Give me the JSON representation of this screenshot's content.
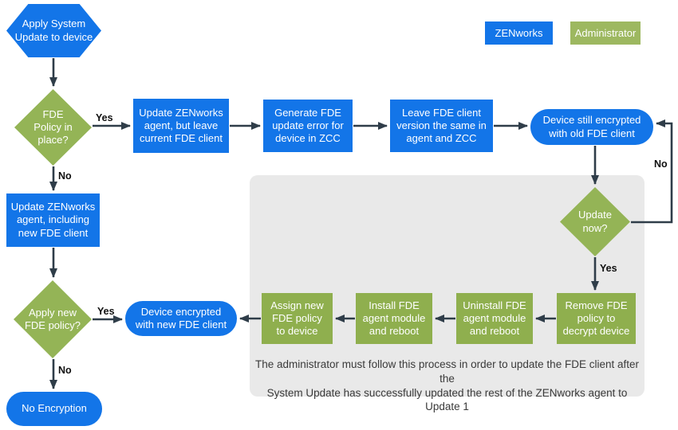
{
  "legend": {
    "zenworks_label": "ZENworks",
    "administrator_label": "Administrator"
  },
  "colors": {
    "zenworks_blue": "#1375E8",
    "shape_green": "#94B456",
    "legend_green": "#9DB860",
    "note_box_bg": "#E9E9E9",
    "arrow": "#2F3D49"
  },
  "nodes": {
    "start": "Apply System\nUpdate to device",
    "fde_policy_q": "FDE\nPolicy in\nplace?",
    "update_agent_keep": "Update ZENworks\nagent, but leave\ncurrent FDE client",
    "generate_error": "Generate FDE\nupdate error for\ndevice in ZCC",
    "leave_version": "Leave FDE client\nversion the same in\nagent and ZCC",
    "still_encrypted": "Device still encrypted\nwith old FDE client",
    "update_now_q": "Update\nnow?",
    "remove_policy": "Remove FDE\npolicy to\ndecrypt device",
    "uninstall_module": "Uninstall FDE\nagent module\nand reboot",
    "install_module": "Install FDE\nagent module\nand reboot",
    "assign_policy": "Assign new\nFDE policy\nto device",
    "encrypted_new": "Device encrypted\nwith new FDE client",
    "apply_new_q": "Apply new\nFDE policy?",
    "update_agent_new": "Update ZENworks\nagent, including\nnew FDE client",
    "no_encryption": "No Encryption"
  },
  "edge_labels": {
    "fde_policy_yes": "Yes",
    "fde_policy_no": "No",
    "update_now_no": "No",
    "update_now_yes": "Yes",
    "apply_new_yes": "Yes",
    "apply_new_no": "No"
  },
  "note": {
    "text": "The administrator must follow this process in order to update the FDE client after the\nSystem Update has successfully updated the rest of the ZENworks agent to Update 1"
  }
}
